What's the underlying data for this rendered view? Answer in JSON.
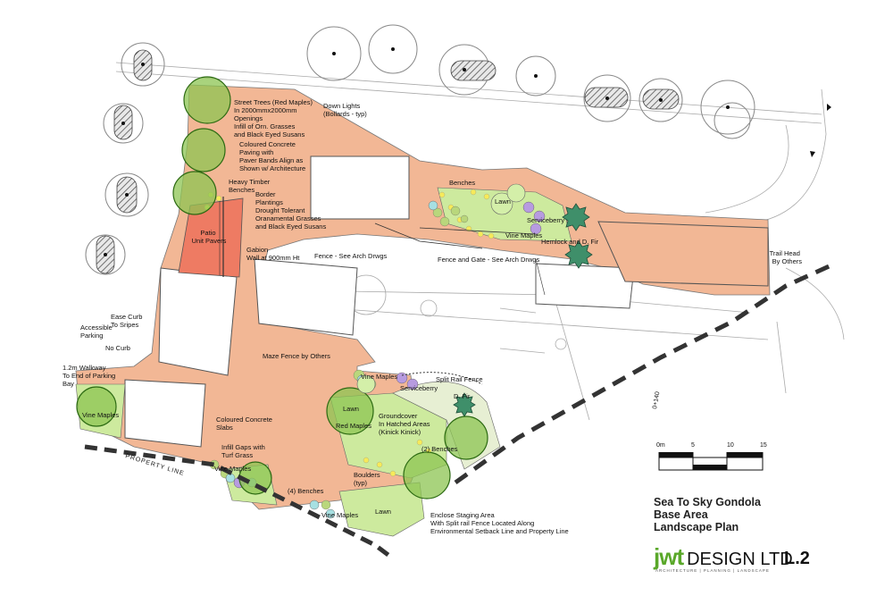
{
  "title_block": {
    "lines": [
      "Sea To Sky Gondola",
      "Base Area",
      "Landscape Plan"
    ],
    "company_highlight": "jwt",
    "company_rest": "DESIGN LTD",
    "tagline": "ARCHITECTURE | PLANNING | LANDSCAPE",
    "sheet": "L.2"
  },
  "scale_bar": {
    "ticks": [
      "0m",
      "5",
      "10",
      "15"
    ]
  },
  "labels": {
    "street_trees": [
      "Street Trees (Red Maples)",
      "In 2000mmx2000mm",
      "Openings",
      "Infill of Orn. Grasses",
      "and Black Eyed Susans"
    ],
    "coloured_concrete_paving": [
      "Coloured Concrete",
      "Paving with",
      "Paver Bands Align as",
      "Shown w/ Architecture"
    ],
    "heavy_timber": [
      "Heavy Timber",
      "Benches"
    ],
    "border_plantings": [
      "Border",
      "Plantings",
      "Drought Tolerant",
      "Oranamental Grasses",
      "and Black Eyed Susans"
    ],
    "patio": [
      "Patio",
      "Unit Pavers"
    ],
    "gabion": [
      "Gabion",
      "Wall at 900mm Ht"
    ],
    "down_lights": [
      "Down Lights",
      "(Bollards - typ)"
    ],
    "fence_arch": "Fence - See Arch Drwgs",
    "fence_gate": "Fence and Gate - See Arch Drwgs",
    "benches_top": "Benches",
    "lawn_top": "Lawn",
    "serviceberry_top": "Serviceberry",
    "vine_maples_top": "Vine Maples",
    "hemlock": "Hemlock and D. Fir",
    "trail_head": [
      "Trail Head",
      "By Others"
    ],
    "ease_curb": [
      "Ease Curb",
      "To Sripes"
    ],
    "accessible_parking": [
      "Accessible",
      "Parking"
    ],
    "no_curb": "No Curb",
    "maze_fence": "Maze Fence by Others",
    "walkway": [
      "1.2m Walkway",
      "To End of Parking",
      "Bay"
    ],
    "vine_maples_left": "Vine Maples",
    "vine_maples_mid": "Vine Maples",
    "serviceberry_mid": "Serviceberry",
    "split_rail": "Split Rail Fence",
    "d_fir": "D. Fir",
    "lawn_mid": "Lawn",
    "red_maples": "Red Maples",
    "groundcover": [
      "Groundcover",
      "In Hatched Areas",
      "(Kinick Kinick)"
    ],
    "coloured_concrete_slabs": [
      "Coloured Concrete",
      "Slabs"
    ],
    "infill_gaps": [
      "Infill Gaps with",
      "Turf Grass"
    ],
    "vine_maples_bottom": "Vine Maples",
    "two_benches": "(2) Benches",
    "boulders": [
      "Boulders",
      "(typ)"
    ],
    "four_benches": "(4) Benches",
    "vine_maples_bottom2": "Vine Maples",
    "lawn_bottom": "Lawn",
    "staging": [
      "Enclose Staging Area",
      "With Split rail Fence Located Along",
      "Environmental Setback Line and Property Line"
    ],
    "property_line": "PROPERTY LINE",
    "chainage": "0+140"
  },
  "colors": {
    "paving": "#f2b795",
    "patio": "#ee7b63",
    "lawn": "#cdea9e",
    "tree": "#7fbf3f",
    "property_line": "#333333",
    "brand": "#5aa82a"
  }
}
